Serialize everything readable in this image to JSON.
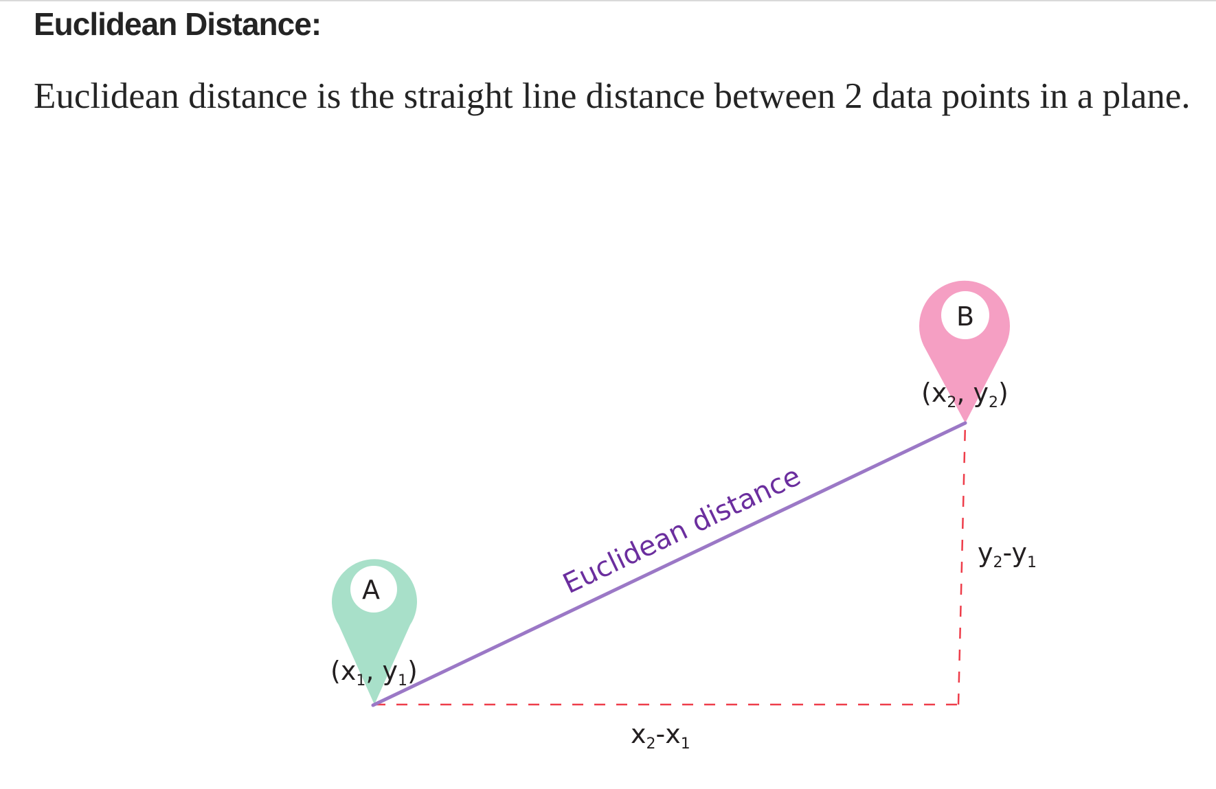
{
  "article": {
    "heading": "Euclidean Distance:",
    "paragraph": "Euclidean distance is the straight line distance between 2 data points in a plane."
  },
  "diagram": {
    "point_a": {
      "letter": "A",
      "coord_base": "(x",
      "coord_sub1": "1",
      "coord_mid": ", y",
      "coord_sub2": "1",
      "coord_end": ")"
    },
    "point_b": {
      "letter": "B",
      "coord_base": "(x",
      "coord_sub1": "2",
      "coord_mid": ", y",
      "coord_sub2": "2",
      "coord_end": ")"
    },
    "line_label": "Euclidean distance",
    "dx_label": {
      "a": "x",
      "a_sub": "2",
      "dash": "-x",
      "b_sub": "1"
    },
    "dy_label": {
      "a": "y",
      "a_sub": "2",
      "dash": "-y",
      "b_sub": "1"
    },
    "colors": {
      "pin_a": "#a8e0c9",
      "pin_b": "#f59fc3",
      "distance_line": "#9b78c6",
      "distance_label": "#6b2e9e",
      "leg_dashes": "#ee3d4a",
      "text": "#231f20"
    }
  }
}
